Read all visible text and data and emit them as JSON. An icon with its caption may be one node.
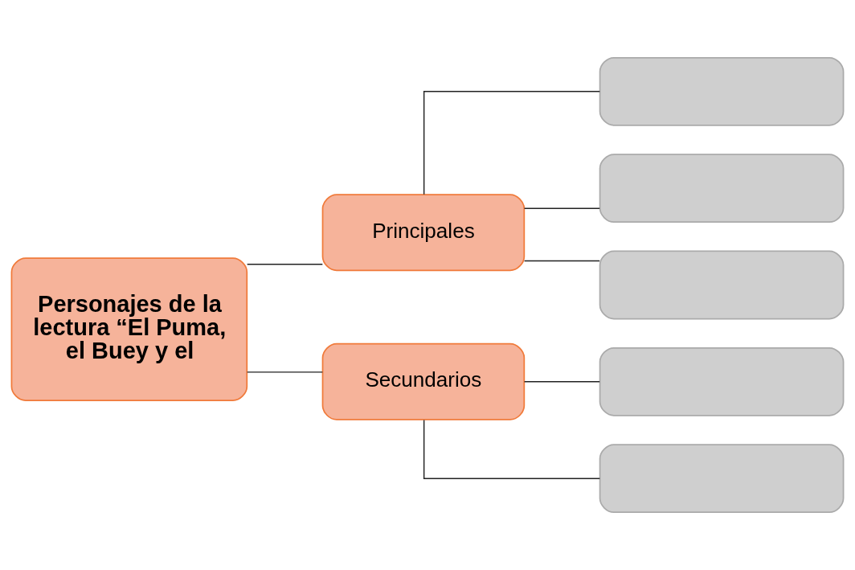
{
  "diagram": {
    "nodes": [
      {
        "text": [
          "Personajes de la lectura “El Puma, el Buey y el"
        ]
      },
      {
        "text": [
          "Principales"
        ]
      },
      {
        "text": [
          "Secundarios"
        ]
      },
      {
        "text": [],
        "shape": "box"
      },
      {
        "text": [],
        "shape": "box"
      },
      {
        "text": [],
        "shape": "box"
      },
      {
        "text": [],
        "shape": "box"
      },
      {
        "text": [],
        "shape": "box"
      }
    ],
    "edges": [
      {
        "from": 0,
        "to": 1,
        "arrow": "none"
      },
      {
        "from": 0,
        "to": 2,
        "arrow": "none"
      },
      {
        "from": 1,
        "to": 3,
        "arrow": "none"
      },
      {
        "from": 1,
        "to": 4,
        "arrow": "none"
      },
      {
        "from": 1,
        "to": 5,
        "arrow": "none"
      },
      {
        "from": 2,
        "to": 6,
        "arrow": "none"
      },
      {
        "from": 2,
        "to": 7,
        "arrow": "none"
      }
    ]
  }
}
